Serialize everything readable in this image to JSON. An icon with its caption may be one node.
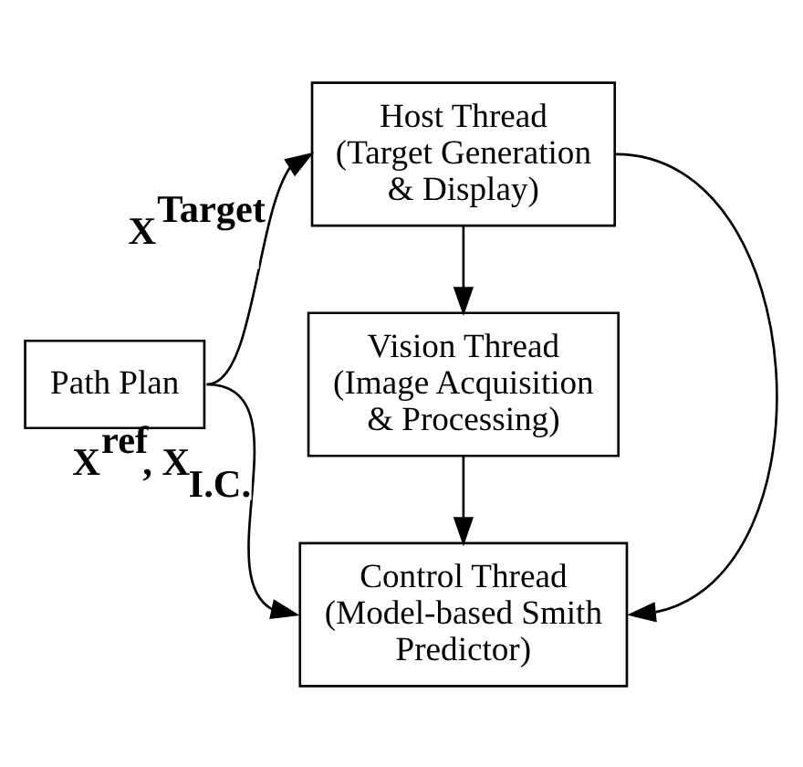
{
  "diagram": {
    "nodes": [
      {
        "text": [
          "Path Plan"
        ]
      },
      {
        "text": [
          "Host Thread (Target Generation & Display)"
        ]
      },
      {
        "text": [
          "Vision Thread (Image Acquisition & Processing)"
        ]
      },
      {
        "text": [
          "Control Thread (Model-based Smith Predictor)"
        ]
      }
    ],
    "edges": [
      {
        "from": 0,
        "to": 1,
        "arrow": "to",
        "label": "X$^{Target}$"
      },
      {
        "from": 1,
        "to": 2,
        "arrow": "to"
      },
      {
        "from": 2,
        "to": 3,
        "arrow": "to"
      },
      {
        "from": 0,
        "to": 3,
        "arrow": "to",
        "label": "X$^{ref}$, X$_{I.C.}$"
      },
      {
        "from": 1,
        "to": 3,
        "arrow": "to"
      }
    ]
  }
}
